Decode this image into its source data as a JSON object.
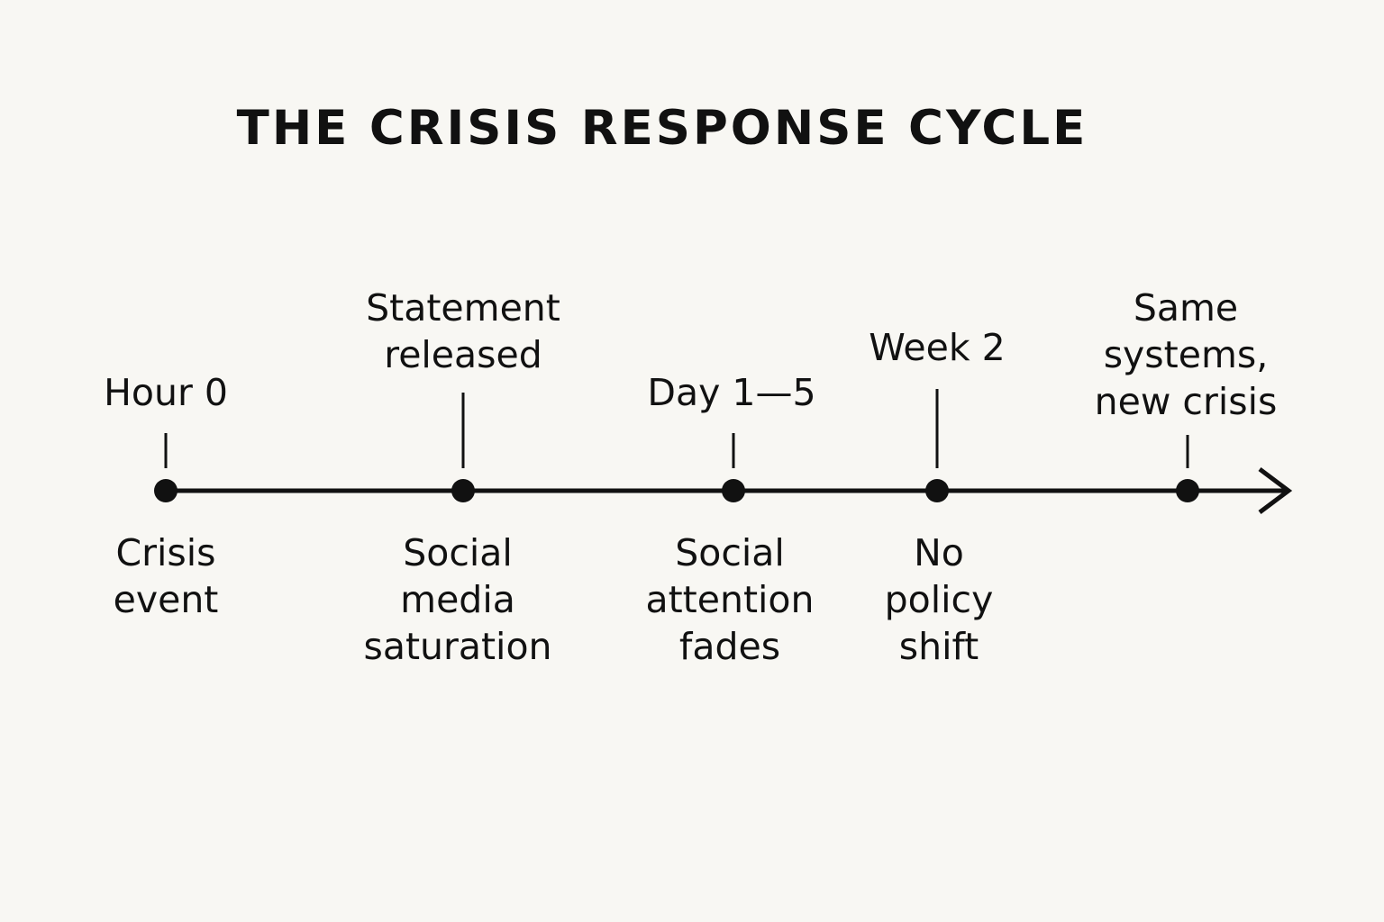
{
  "title": "THE CRISIS RESPONSE CYCLE",
  "stages": [
    {
      "top": [
        "Hour 0"
      ],
      "bottom": [
        "Crisis",
        "event"
      ]
    },
    {
      "top": [
        "Statement",
        "released"
      ],
      "bottom": [
        "Social",
        "media",
        "saturation"
      ]
    },
    {
      "top": [
        "Day 1—5"
      ],
      "bottom": [
        "Social",
        "attention",
        "fades"
      ]
    },
    {
      "top": [
        "Week 2"
      ],
      "bottom": [
        "No",
        "policy",
        "shift"
      ]
    },
    {
      "top": [
        "Same",
        "systems,",
        "new crisis"
      ],
      "bottom": []
    }
  ],
  "colors": {
    "background": "#f8f7f3",
    "ink": "#111111"
  }
}
